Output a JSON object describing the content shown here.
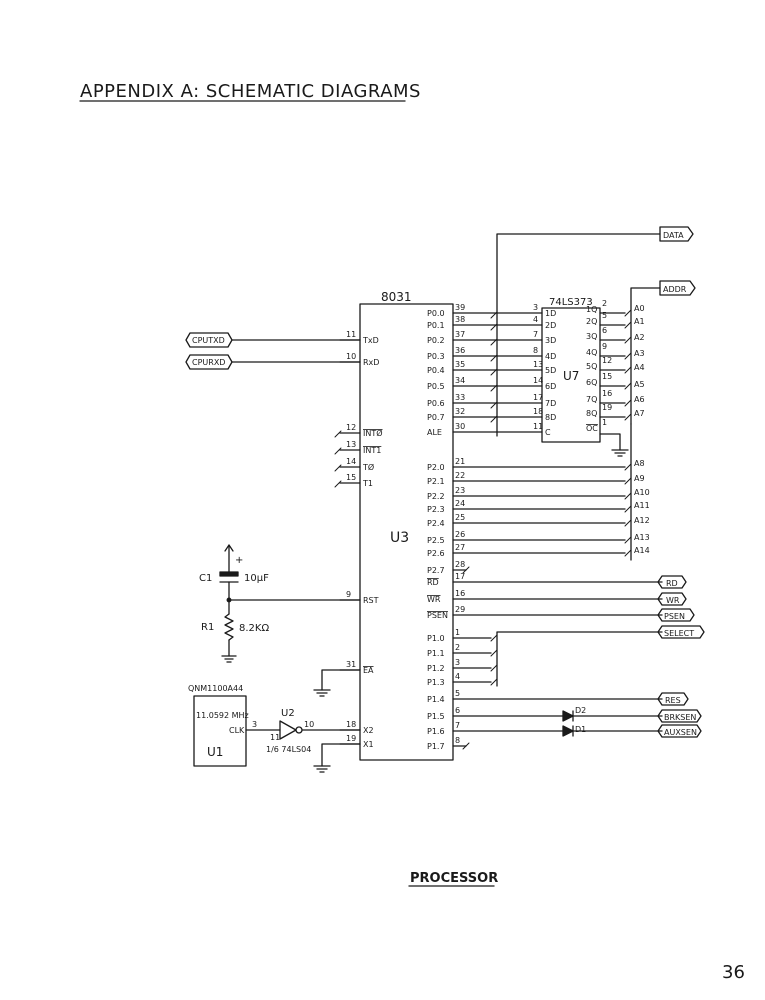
{
  "title": "APPENDIX A: SCHEMATIC DIAGRAMS",
  "caption": "PROCESSOR",
  "page_number": "36",
  "u3": {
    "part": "8031",
    "ref": "U3",
    "left_pins": [
      {
        "num": "11",
        "name": "TxD"
      },
      {
        "num": "10",
        "name": "RxD"
      },
      {
        "num": "12",
        "name": "INTØ"
      },
      {
        "num": "13",
        "name": "INT1"
      },
      {
        "num": "14",
        "name": "TØ"
      },
      {
        "num": "15",
        "name": "T1"
      },
      {
        "num": "9",
        "name": "RST"
      },
      {
        "num": "31",
        "name": "EA"
      },
      {
        "num": "18",
        "name": "X2"
      },
      {
        "num": "19",
        "name": "X1"
      }
    ],
    "right_pins": [
      {
        "num": "39",
        "name": "P0.0"
      },
      {
        "num": "38",
        "name": "P0.1"
      },
      {
        "num": "37",
        "name": "P0.2"
      },
      {
        "num": "36",
        "name": "P0.3"
      },
      {
        "num": "35",
        "name": "P0.4"
      },
      {
        "num": "34",
        "name": "P0.5"
      },
      {
        "num": "33",
        "name": "P0.6"
      },
      {
        "num": "32",
        "name": "P0.7"
      },
      {
        "num": "30",
        "name": "ALE"
      },
      {
        "num": "21",
        "name": "P2.0"
      },
      {
        "num": "22",
        "name": "P2.1"
      },
      {
        "num": "23",
        "name": "P2.2"
      },
      {
        "num": "24",
        "name": "P2.3"
      },
      {
        "num": "25",
        "name": "P2.4"
      },
      {
        "num": "26",
        "name": "P2.5"
      },
      {
        "num": "27",
        "name": "P2.6"
      },
      {
        "num": "28",
        "name": "P2.7"
      },
      {
        "num": "17",
        "name": "RD"
      },
      {
        "num": "16",
        "name": "WR"
      },
      {
        "num": "29",
        "name": "PSEN"
      },
      {
        "num": "1",
        "name": "P1.0"
      },
      {
        "num": "2",
        "name": "P1.1"
      },
      {
        "num": "3",
        "name": "P1.2"
      },
      {
        "num": "4",
        "name": "P1.3"
      },
      {
        "num": "5",
        "name": "P1.4"
      },
      {
        "num": "6",
        "name": "P1.5"
      },
      {
        "num": "7",
        "name": "P1.6"
      },
      {
        "num": "8",
        "name": "P1.7"
      }
    ]
  },
  "u7": {
    "part": "74LS373",
    "ref": "U7",
    "left_pins": [
      {
        "num": "3",
        "name": "1D"
      },
      {
        "num": "4",
        "name": "2D"
      },
      {
        "num": "7",
        "name": "3D"
      },
      {
        "num": "8",
        "name": "4D"
      },
      {
        "num": "13",
        "name": "5D"
      },
      {
        "num": "14",
        "name": "6D"
      },
      {
        "num": "17",
        "name": "7D"
      },
      {
        "num": "18",
        "name": "8D"
      },
      {
        "num": "11",
        "name": "C"
      }
    ],
    "right_pins": [
      {
        "num": "2",
        "name": "1Q"
      },
      {
        "num": "5",
        "name": "2Q"
      },
      {
        "num": "6",
        "name": "3Q"
      },
      {
        "num": "9",
        "name": "4Q"
      },
      {
        "num": "12",
        "name": "5Q"
      },
      {
        "num": "15",
        "name": "6Q"
      },
      {
        "num": "16",
        "name": "7Q"
      },
      {
        "num": "19",
        "name": "8Q"
      },
      {
        "num": "1",
        "name": "OC"
      }
    ]
  },
  "address_labels": [
    "A0",
    "A1",
    "A2",
    "A3",
    "A4",
    "A5",
    "A6",
    "A7",
    "A8",
    "A9",
    "A10",
    "A11",
    "A12",
    "A13",
    "A14"
  ],
  "ports": {
    "data": "DATA",
    "addr": "ADDR",
    "cputxd": "CPUTXD",
    "cpurxd": "CPURXD",
    "rd": "RD",
    "wr": "WR",
    "psen": "PSEN",
    "select": "SELECT",
    "res": "RES",
    "brksen": "BRKSEN",
    "auxsen": "AUXSEN"
  },
  "components": {
    "c1_ref": "C1",
    "c1_value": "10µF",
    "c1_plus": "+",
    "r1_ref": "R1",
    "r1_value": "8.2KΩ",
    "u1_part": "QNM1100A44",
    "u1_freq": "11.0592 MHz",
    "u1_pin": "CLK",
    "u1_ref": "U1",
    "u1_pin_num": "3",
    "u2_ref": "U2",
    "u2_part": "1/6 74LS04",
    "u2_in_pin": "11",
    "u2_out_pin": "10",
    "d1": "D1",
    "d2": "D2"
  }
}
